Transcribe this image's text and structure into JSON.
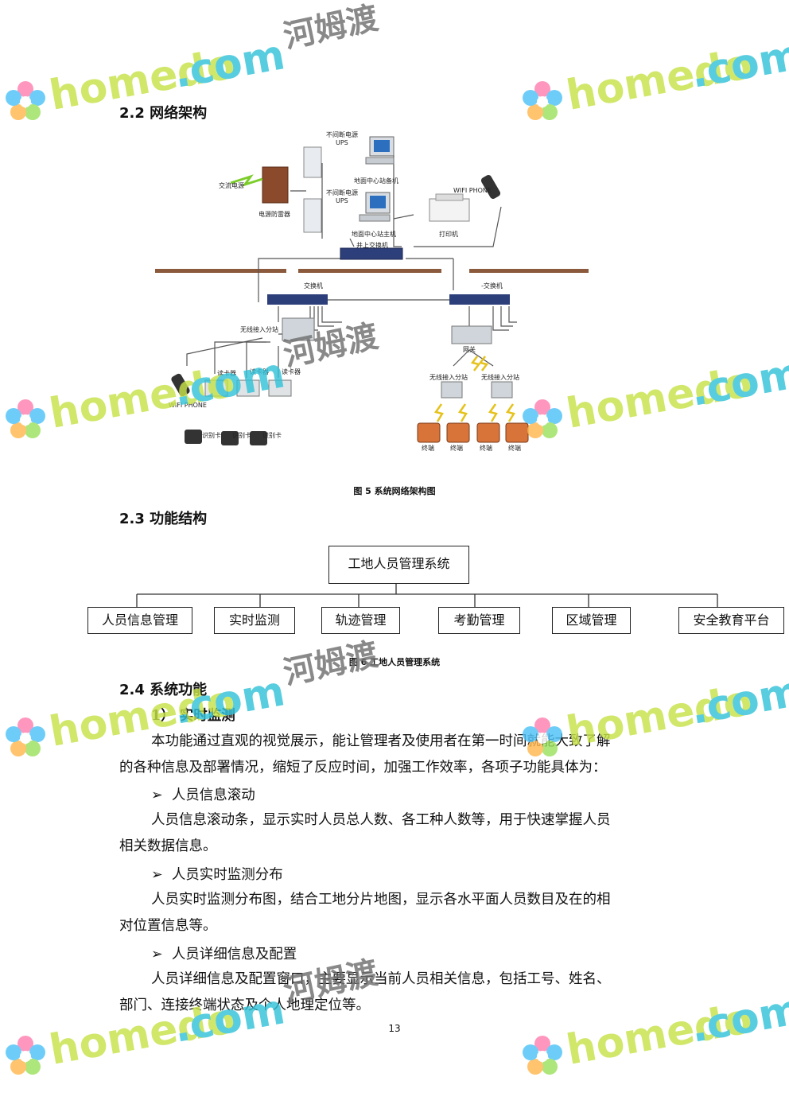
{
  "sections": {
    "s22": "2.2 网络架构",
    "s23": "2.3 功能结构",
    "s24": "2.4 系统功能",
    "sub1": "1） 实时监测"
  },
  "network_labels": {
    "ups1": "不间断电源",
    "ups1b": "UPS",
    "ups2": "不间断电源",
    "ups2b": "UPS",
    "ac": "交流电源",
    "surge": "电源防雷器",
    "backup": "地面中心站备机",
    "host": "地面中心站主机",
    "printer": "打印机",
    "wifi_top": "WIFI PHONE",
    "main_switch": "井上交换机",
    "switch_left": "交换机",
    "switch_right": "-交换机",
    "wireless_sub": "无线接入分站",
    "reader1": "读卡器",
    "reader2": "读卡器",
    "reader3": "读卡器",
    "wifi_left": "WIFI PHONE",
    "card1": "识别卡",
    "card2": "识别卡",
    "card3": "识别卡",
    "gateway": "网关",
    "wsub1": "无线接入分站",
    "wsub2": "无线接入分站",
    "term1": "终端",
    "term2": "终端",
    "term3": "终端",
    "term4": "终端"
  },
  "fig5_caption": "图 5  系统网络架构图",
  "org": {
    "root": "工地人员管理系统",
    "children": [
      "人员信息管理",
      "实时监测",
      "轨迹管理",
      "考勤管理",
      "区域管理",
      "安全教育平台"
    ]
  },
  "fig6_caption": "图 6  工地人员管理系统",
  "body": {
    "p1_line1": "本功能通过直观的视觉展示，能让管理者及使用者在第一时间就能大致了解",
    "p1_line2": "的各种信息及部署情况，缩短了反应时间，加强工作效率，各项子功能具体为：",
    "b1": "人员信息滚动",
    "p2_line1": "人员信息滚动条，显示实时人员总人数、各工种人数等，用于快速掌握人员",
    "p2_line2": "相关数据信息。",
    "b2": "人员实时监测分布",
    "p3_line1": "人员实时监测分布图，结合工地分片地图，显示各水平面人员数目及在的相",
    "p3_line2": "对位置信息等。",
    "b3": "人员详细信息及配置",
    "p4_line1": "人员详细信息及配置窗口，主要显示当前人员相关信息，包括工号、姓名、",
    "p4_line2": "部门、连接终端状态及个人地理定位等。",
    "bullet_symbol": "➢"
  },
  "page_number": "13",
  "watermark": {
    "brand": "homedo",
    "dotcom": ".com",
    "cn": "河姆渡",
    "brand_color": "#c6e24a",
    "dotcom_color": "#34c3d8",
    "flower_colors": [
      "#ff7fb0",
      "#4fc3f7",
      "#9be15d",
      "#ffb74d"
    ]
  }
}
